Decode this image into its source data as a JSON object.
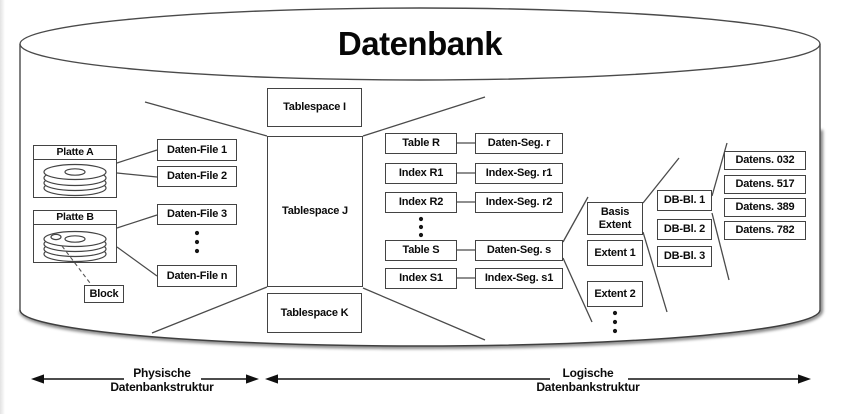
{
  "title": "Datenbank",
  "physical": {
    "disk_a": {
      "label": "Platte A"
    },
    "disk_b": {
      "label": "Platte B"
    },
    "block": {
      "label": "Block"
    },
    "files": {
      "f1": "Daten-File 1",
      "f2": "Daten-File 2",
      "f3": "Daten-File 3",
      "fn": "Daten-File n"
    }
  },
  "tablespaces": {
    "i": "Tablespace I",
    "j": "Tablespace J",
    "k": "Tablespace K"
  },
  "segments": {
    "table_r": "Table R",
    "seg_r": "Daten-Seg. r",
    "index_r1": "Index R1",
    "seg_r1": "Index-Seg. r1",
    "index_r2": "Index R2",
    "seg_r2": "Index-Seg. r2",
    "table_s": "Table S",
    "seg_s": "Daten-Seg. s",
    "index_s1": "Index S1",
    "seg_s1": "Index-Seg. s1"
  },
  "extents": {
    "basis": "Basis Extent",
    "e1": "Extent 1",
    "e2": "Extent 2"
  },
  "db_blocks": {
    "b1": "DB-Bl. 1",
    "b2": "DB-Bl. 2",
    "b3": "DB-Bl. 3"
  },
  "records": {
    "r1": "Datens. 032",
    "r2": "Datens. 517",
    "r3": "Datens. 389",
    "r4": "Datens. 782"
  },
  "legend": {
    "physical_line1": "Physische",
    "physical_line2": "Datenbankstruktur",
    "logical_line1": "Logische",
    "logical_line2": "Datenbankstruktur"
  },
  "colors": {
    "stroke": "#454545",
    "text": "#0b0b0b",
    "background": "#ffffff"
  }
}
